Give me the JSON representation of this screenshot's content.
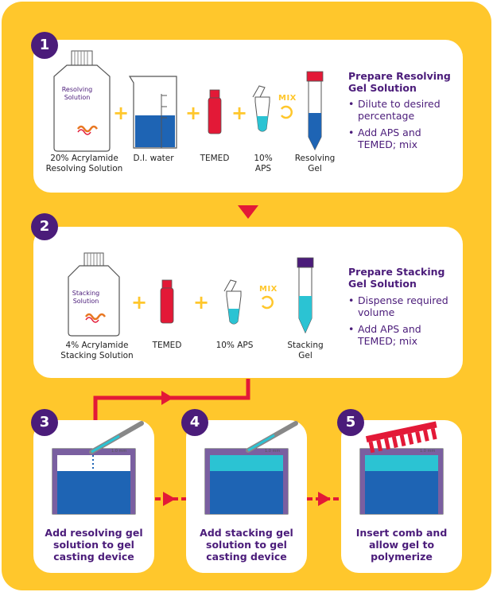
{
  "colors": {
    "background": "#FFC72C",
    "accent_purple": "#4B1C7A",
    "arrow_red": "#E31937",
    "gel_blue": "#1E64B4",
    "stacking_cyan": "#2BC3D3"
  },
  "step1": {
    "number": "1",
    "bottle_label": "Resolving Solution",
    "items": [
      "20% Acrylamide Resolving Solution",
      "D.I. water",
      "TEMED",
      "10% APS",
      "Resolving Gel"
    ],
    "mix_label": "MIX",
    "plus_sign": "+",
    "title": "Prepare Resolving Gel Solution",
    "bullets": [
      "Dilute to desired percentage",
      "Add APS and TEMED; mix"
    ]
  },
  "step2": {
    "number": "2",
    "bottle_label": "Stacking Solution",
    "items": [
      "4% Acrylamide Stacking Solution",
      "TEMED",
      "10% APS",
      "Stacking Gel"
    ],
    "mix_label": "MIX",
    "plus_sign": "+",
    "title": "Prepare Stacking Gel Solution",
    "bullets": [
      "Dispense required volume",
      "Add APS and TEMED; mix"
    ]
  },
  "steps_bottom": [
    {
      "number": "3",
      "caption": "Add resolving gel solution to gel casting device",
      "dim_label": "1.0 mm"
    },
    {
      "number": "4",
      "caption": "Add stacking gel solution to gel casting device",
      "dim_label": "1.0 mm"
    },
    {
      "number": "5",
      "caption": "Insert comb and allow gel to polymerize",
      "dim_label": "1.0 mm"
    }
  ]
}
